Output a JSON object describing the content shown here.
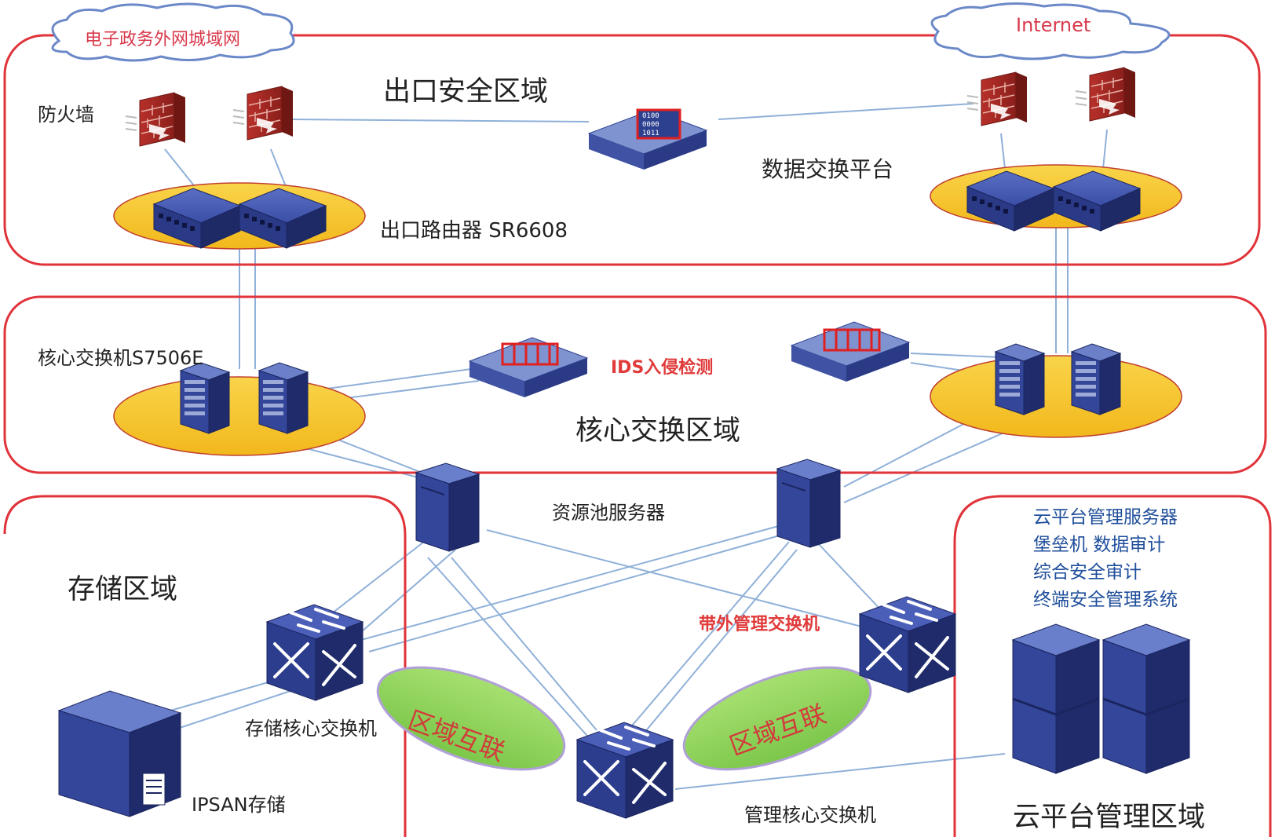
{
  "clouds": {
    "left": "电子政务外网城域网",
    "right": "Internet"
  },
  "zones": {
    "exit_security": "出口安全区域",
    "core_switching": "核心交换区域",
    "storage": "存储区域",
    "cloud_mgmt": "云平台管理区域"
  },
  "labels": {
    "firewall": "防火墙",
    "data_exchange": "数据交换平台",
    "exit_router": "出口路由器 SR6608",
    "core_switch": "核心交换机S7506E",
    "ids": "IDS入侵检测",
    "resource_pool": "资源池服务器",
    "oob_switch": "带外管理交换机",
    "storage_core_switch": "存储核心交换机",
    "ipsan": "IPSAN存储",
    "mgmt_core_switch": "管理核心交换机",
    "region_link_left": "区域互联",
    "region_link_right": "区域互联"
  },
  "cloud_mgmt_list": [
    "云平台管理服务器",
    "堡垒机 数据审计",
    "综合安全审计",
    "终端安全管理系统"
  ],
  "colors": {
    "zone_border": "#e0333a",
    "ellipse_fill": "#f7c52e",
    "device_blue": "#2d3f8f",
    "link_line": "#8fb0d8",
    "region_link_fill": "#8fd35a"
  }
}
